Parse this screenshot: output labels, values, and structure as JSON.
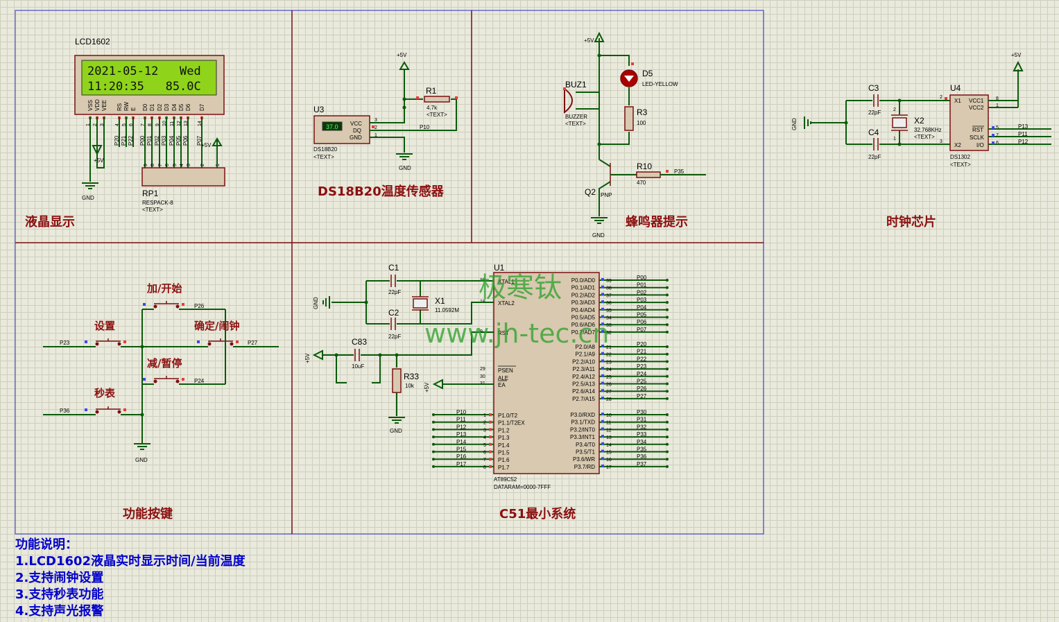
{
  "sections": {
    "lcd": "液晶显示",
    "ds18b20": "DS18B20温度传感器",
    "buzzer": "蜂鸣器提示",
    "clock": "时钟芯片",
    "keys": "功能按键",
    "c51": "C51最小系统"
  },
  "lcd": {
    "name": "LCD1602",
    "line1": "2021-05-12   Wed",
    "line2": "11:20:35   85.0C",
    "pins": [
      "VSS",
      "VDD",
      "VEE",
      "RS",
      "RW",
      "E",
      "D0",
      "D1",
      "D2",
      "D3",
      "D4",
      "D5",
      "D6",
      "D7"
    ],
    "pin_nums": [
      "1",
      "2",
      "3",
      "4",
      "5",
      "6",
      "7",
      "8",
      "9",
      "10",
      "11",
      "12",
      "13",
      "14"
    ],
    "rs_nets": [
      "P20",
      "P21",
      "P22"
    ],
    "d_nets": [
      "P00",
      "P01",
      "P02",
      "P03",
      "P04",
      "P05",
      "P06",
      "P07"
    ],
    "rp_name": "RP1",
    "rp_type": "RESPACK-8",
    "rp_text": "<TEXT>",
    "rp_pins": [
      "9",
      "8",
      "7",
      "6",
      "5",
      "4",
      "3",
      "2",
      "1"
    ],
    "vcc": "+5V",
    "vcc2": "+5V",
    "gnd": "GND"
  },
  "ds18b20": {
    "ref": "U3",
    "display": "37.0",
    "pins": [
      "VCC",
      "DQ",
      "GND"
    ],
    "pin_nums": [
      "3",
      "2",
      "1"
    ],
    "type": "DS18B20",
    "text": "<TEXT>",
    "r_name": "R1",
    "r_value": "4.7k",
    "r_text": "<TEXT>",
    "net": "P10",
    "vcc": "+5V",
    "gnd": "GND"
  },
  "buzzer": {
    "vcc": "+5V",
    "buz_name": "BUZ1",
    "buz_type": "BUZZER",
    "buz_text": "<TEXT>",
    "led_name": "D5",
    "led_type": "LED-YELLOW",
    "r3_name": "R3",
    "r3_value": "100",
    "r10_name": "R10",
    "r10_value": "470",
    "q_name": "Q2",
    "q_type": "PNP",
    "net": "P35",
    "gnd": "GND"
  },
  "clock": {
    "vcc": "+5V",
    "gnd": "GND",
    "c3": "C3",
    "c3_value": "22pF",
    "c4": "C4",
    "c4_value": "22pF",
    "x_name": "X2",
    "x_value": "32.768KHz",
    "x_text": "<TEXT>",
    "x_pins": [
      "1",
      "2"
    ],
    "u_name": "U4",
    "pins_left": [
      "X1",
      "X2"
    ],
    "pins_left_nums": [
      "2",
      "3"
    ],
    "pins_right": [
      "VCC1",
      "VCC2",
      "RST",
      "SCLK",
      "I/O"
    ],
    "pins_right_nums": [
      "8",
      "1",
      "5",
      "7",
      "6"
    ],
    "nets": [
      "P13",
      "P11",
      "P12"
    ],
    "type": "DS1302",
    "text": "<TEXT>"
  },
  "keys": {
    "k_add": "加/开始",
    "k_set": "设置",
    "k_ok": "确定/闹钟",
    "k_sub": "减/暂停",
    "k_sw": "秒表",
    "nets": [
      "P26",
      "P23",
      "P27",
      "P24",
      "P36"
    ],
    "gnd": "GND"
  },
  "c51": {
    "u_name": "U1",
    "c1": "C1",
    "c1_value": "22pF",
    "c2": "C2",
    "c2_value": "22pF",
    "x_name": "X1",
    "x_value": "11.0592M",
    "c83": "C83",
    "c83_value": "10uF",
    "r33": "R33",
    "r33_value": "10k",
    "vcc": "+5V",
    "vcc2": "+5V",
    "gnd": "GND",
    "gnd2": "GND",
    "left_pins": [
      "XTAL1",
      "XTAL2",
      "RST",
      "PSEN",
      "ALE",
      "EA"
    ],
    "left_nums": [
      "19",
      "18",
      "9",
      "29",
      "30",
      "31"
    ],
    "p1_labels": [
      "P1.0/T2",
      "P1.1/T2EX",
      "P1.2",
      "P1.3",
      "P1.4",
      "P1.5",
      "P1.6",
      "P1.7"
    ],
    "p1_nums": [
      "1",
      "2",
      "3",
      "4",
      "5",
      "6",
      "7",
      "8"
    ],
    "p1_nets": [
      "P10",
      "P11",
      "P12",
      "P13",
      "P14",
      "P15",
      "P16",
      "P17"
    ],
    "p0_labels": [
      "P0.0/AD0",
      "P0.1/AD1",
      "P0.2/AD2",
      "P0.3/AD3",
      "P0.4/AD4",
      "P0.5/AD5",
      "P0.6/AD6",
      "P0.7/AD7"
    ],
    "p0_nums": [
      "39",
      "38",
      "37",
      "36",
      "35",
      "34",
      "33",
      "32"
    ],
    "p0_nets": [
      "P00",
      "P01",
      "P02",
      "P03",
      "P04",
      "P05",
      "P06",
      "P07"
    ],
    "p2_labels": [
      "P2.0/A8",
      "P2.1/A9",
      "P2.2/A10",
      "P2.3/A11",
      "P2.4/A12",
      "P2.5/A13",
      "P2.6/A14",
      "P2.7/A15"
    ],
    "p2_nums": [
      "21",
      "22",
      "23",
      "24",
      "25",
      "26",
      "27",
      "28"
    ],
    "p2_nets": [
      "P20",
      "P21",
      "P22",
      "P23",
      "P24",
      "P25",
      "P26",
      "P27"
    ],
    "p3_labels": [
      "P3.0/RXD",
      "P3.1/TXD",
      "P3.2/INT0",
      "P3.3/INT1",
      "P3.4/T0",
      "P3.5/T1",
      "P3.6/WR",
      "P3.7/RD"
    ],
    "p3_nums": [
      "10",
      "11",
      "12",
      "13",
      "14",
      "15",
      "16",
      "17"
    ],
    "p3_nets": [
      "P30",
      "P31",
      "P32",
      "P33",
      "P34",
      "P35",
      "P36",
      "P37"
    ],
    "type": "AT89C52",
    "dataram": "DATARAM=0000-7FFF"
  },
  "watermark": {
    "cn": "极寒钛",
    "url": "www.jh-tec.cn"
  },
  "notes": [
    "功能说明：",
    "1.LCD1602液晶实时显示时间/当前温度",
    "2.支持闹钟设置",
    "3.支持秒表功能",
    "4.支持声光报警"
  ]
}
